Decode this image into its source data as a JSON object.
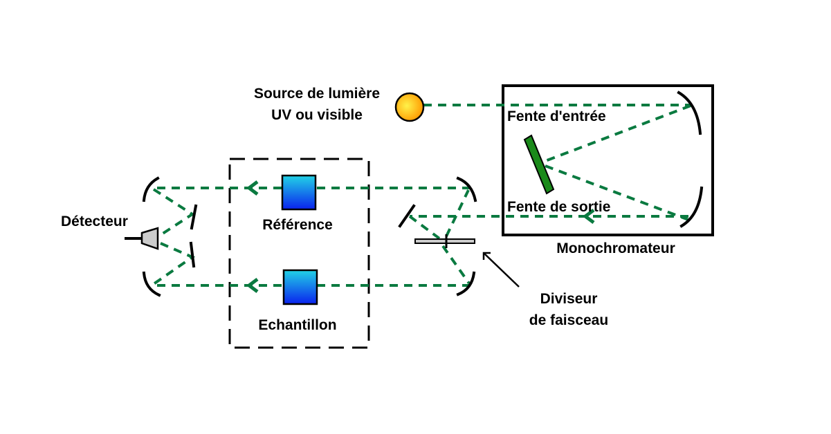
{
  "labels": {
    "source_line1": "Source de lumière",
    "source_line2": "UV ou visible",
    "entrance_slit": "Fente d'entrée",
    "exit_slit": "Fente de sortie",
    "monochromator": "Monochromateur",
    "reference": "Référence",
    "sample": "Echantillon",
    "detector": "Détecteur",
    "splitter_line1": "Diviseur",
    "splitter_line2": "de faisceau"
  },
  "colors": {
    "beam": "#0a7a40",
    "grating": "#1a8a1a",
    "cell_top": "#22d3e6",
    "cell_bottom": "#0a22ee",
    "source": "#ffb000"
  }
}
